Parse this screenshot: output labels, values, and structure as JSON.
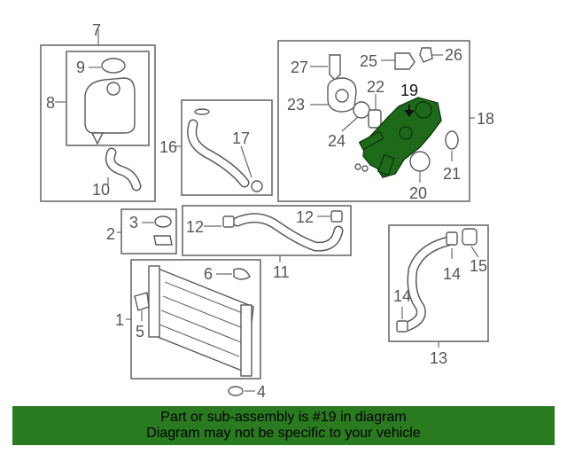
{
  "labels": {
    "c1": "1",
    "c2": "2",
    "c3": "3",
    "c4": "4",
    "c5": "5",
    "c6": "6",
    "c7": "7",
    "c8": "8",
    "c9": "9",
    "c10": "10",
    "c11": "11",
    "c12a": "12",
    "c12b": "12",
    "c13": "13",
    "c14a": "14",
    "c14b": "14",
    "c15": "15",
    "c16": "16",
    "c17": "17",
    "c18": "18",
    "c19": "19",
    "c20": "20",
    "c21": "21",
    "c22": "22",
    "c23": "23",
    "c24": "24",
    "c25": "25",
    "c26": "26",
    "c27": "27"
  },
  "highlight_part": "19",
  "colors": {
    "highlight": "#1f6a1a",
    "banner": "#2a7a1f",
    "line": "#6b6b6b"
  },
  "banner": {
    "line1": "Part or sub-assembly is #19 in diagram",
    "line2": "Diagram may not be specific to your vehicle"
  }
}
